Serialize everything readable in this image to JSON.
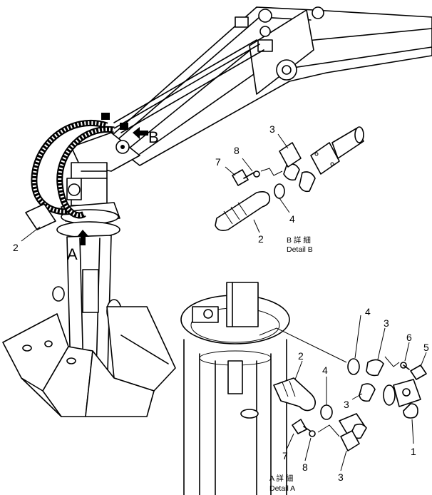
{
  "callouts": {
    "main_hose": "2",
    "view_a": "A",
    "view_b": "B",
    "b_clamp": "3",
    "b_bolt": "7",
    "b_washer": "8",
    "b_oring": "4",
    "b_hose": "2",
    "a_oring_top": "4",
    "a_clamp_top": "3",
    "a_washer_top": "6",
    "a_bolt_top": "5",
    "a_hose": "2",
    "a_oring_mid": "4",
    "a_clamp_mid": "3",
    "a_fitting": "1",
    "a_bolt_bottom": "7",
    "a_washer_bottom": "8",
    "a_clamp_bottom": "3"
  },
  "captions": {
    "detail_b_jp": "B 詳 細",
    "detail_b_en": "Detail B",
    "detail_a_jp": "A 詳 細",
    "detail_a_en": "Detail A"
  }
}
